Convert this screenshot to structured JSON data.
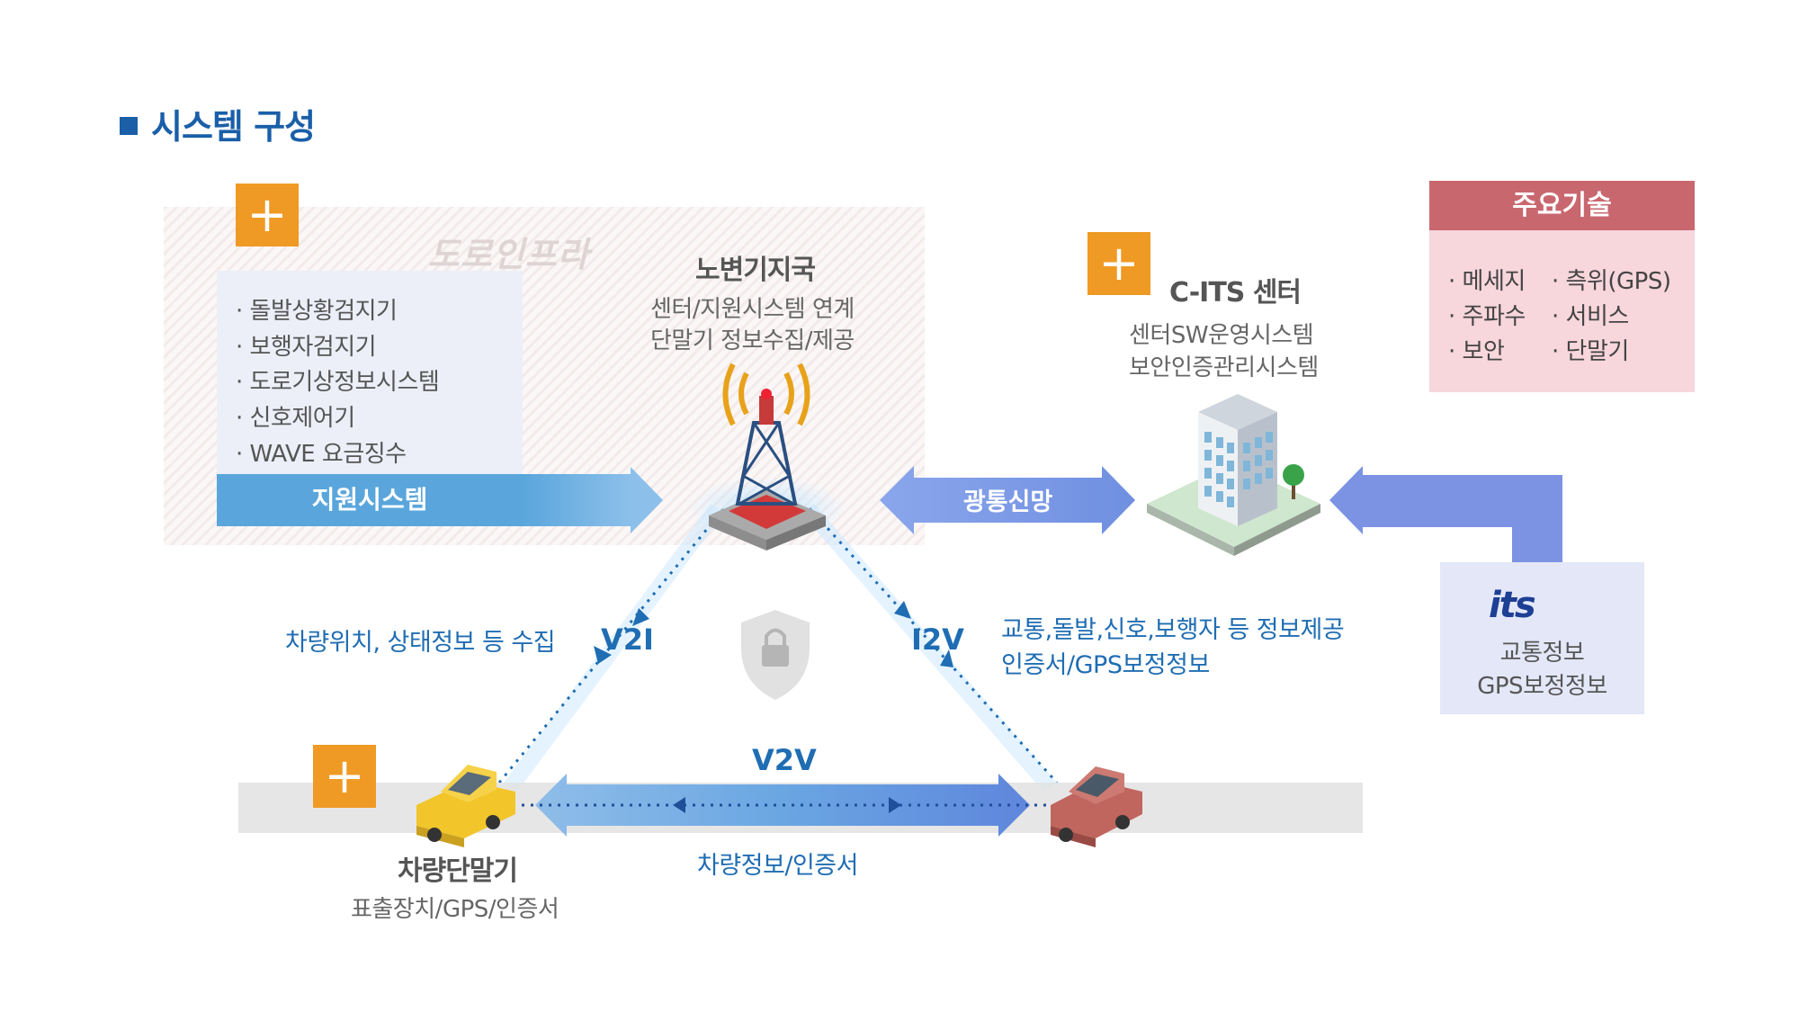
{
  "title": "시스템 구성",
  "road_infra": {
    "label": "도로인프라",
    "sensors": [
      "· 돌발상황검지기",
      "· 보행자검지기",
      "· 도로기상정보시스템",
      "· 신호제어기",
      "· WAVE 요금징수"
    ],
    "support_label": "지원시스템"
  },
  "rsu": {
    "title": "노변기지국",
    "lines": [
      "센터/지원시스템 연계",
      "단말기 정보수집/제공"
    ]
  },
  "broadband_label": "광통신망",
  "center": {
    "title": "C-ITS 센터",
    "lines": [
      "센터SW운영시스템",
      "보안인증관리시스템"
    ]
  },
  "key_tech": {
    "title": "주요기술",
    "col1": [
      "· 메세지",
      "· 주파수",
      "· 보안"
    ],
    "col2": [
      "· 측위(GPS)",
      "· 서비스",
      "· 단말기"
    ]
  },
  "its": {
    "logo": "its",
    "lines": [
      "교통정보",
      "GPS보정정보"
    ]
  },
  "v2i": {
    "label": "V2I",
    "desc": "차량위치, 상태정보 등 수집"
  },
  "i2v": {
    "label": "I2V",
    "desc_lines": [
      "교통,돌발,신호,보행자 등 정보제공",
      "인증서/GPS보정정보"
    ]
  },
  "v2v": {
    "label": "V2V",
    "desc": "차량정보/인증서"
  },
  "terminal": {
    "title": "차량단말기",
    "sub": "표출장치/GPS/인증서"
  },
  "plus_symbol": "+",
  "colors": {
    "accent_blue": "#1a5fa8",
    "orange": "#ef9a24",
    "support_blue": "#5aa6dc",
    "arrow_blue": "#6f8fe0",
    "tech_header": "#c9676f",
    "tech_bg": "#f7d6dc"
  }
}
